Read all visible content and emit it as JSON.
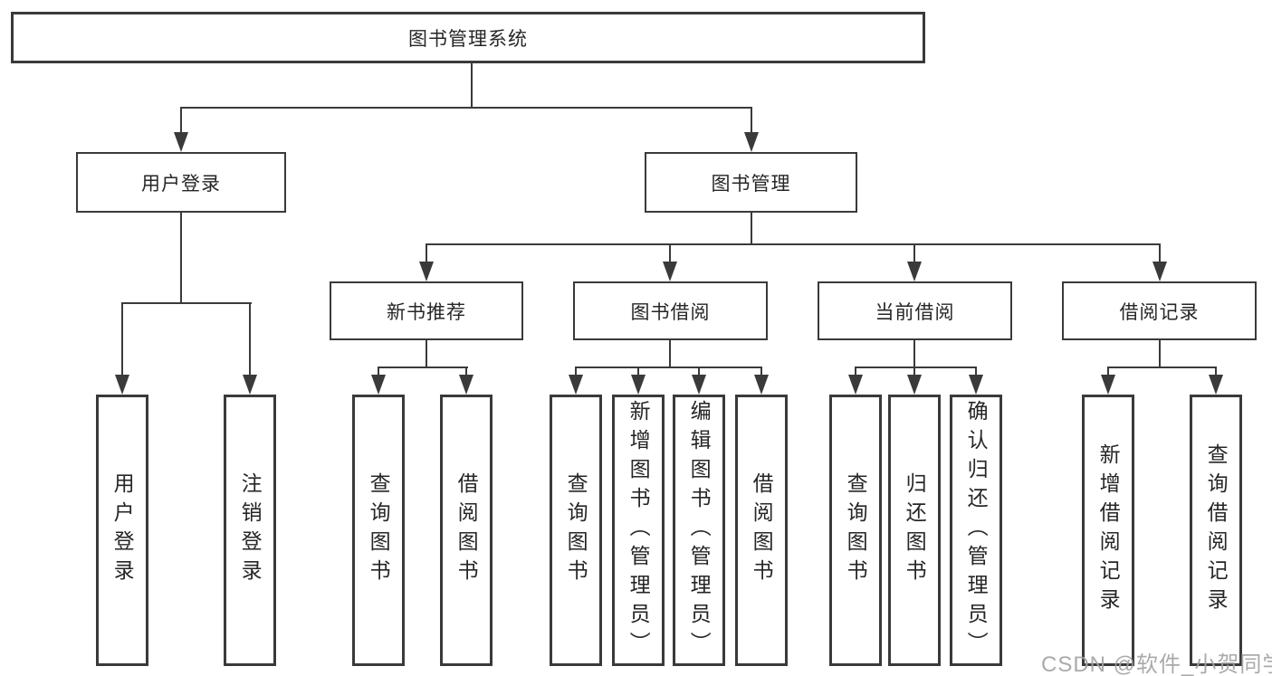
{
  "tree": {
    "root": "图书管理系统",
    "level1": [
      "用户登录",
      "图书管理"
    ],
    "level2": [
      "新书推荐",
      "图书借阅",
      "当前借阅",
      "借阅记录"
    ],
    "leafGroups": [
      [
        "用户登录",
        "注销登录"
      ],
      [
        "查询图书",
        "借阅图书"
      ],
      [
        "查询图书",
        "新增图书（管理员）",
        "编辑图书（管理员）",
        "借阅图书"
      ],
      [
        "查询图书",
        "归还图书",
        "确认归还（管理员）"
      ],
      [
        "新增借阅记录",
        "查询借阅记录"
      ]
    ]
  },
  "watermark": "CSDN @软件_小贺同学",
  "colors": {
    "line": "#3a3a3a",
    "text": "#262626",
    "watermark": "#a3a3a3",
    "background": "#ffffff"
  }
}
